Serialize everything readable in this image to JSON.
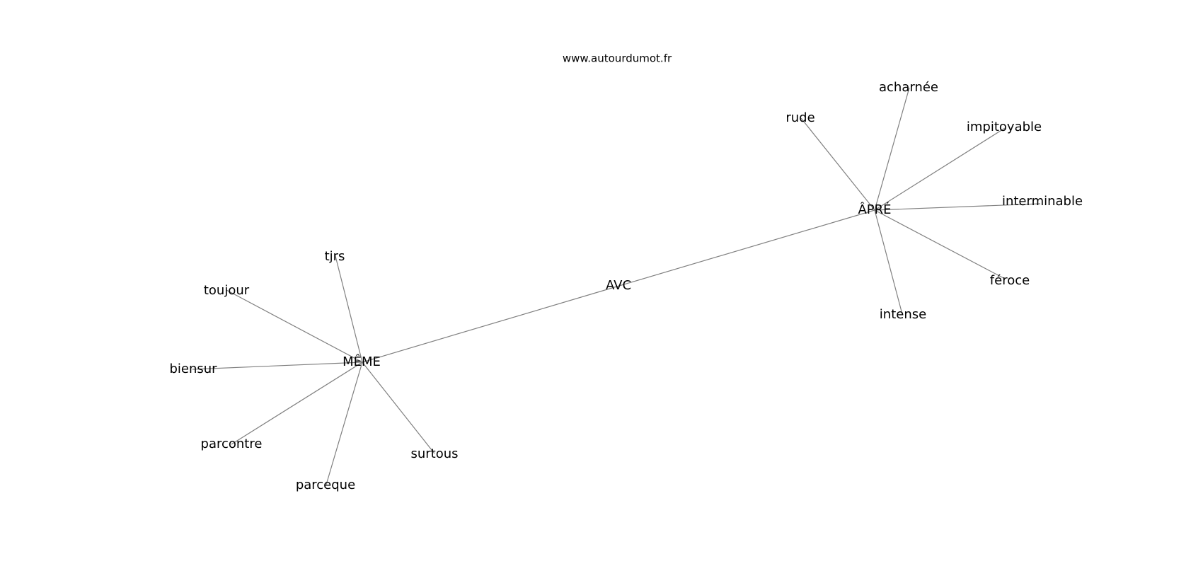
{
  "site": "www.autourdumot.fr",
  "center": "AVC",
  "groups": [
    {
      "hub": "ÂPRÉ",
      "words": [
        "rude",
        "acharnée",
        "impitoyable",
        "interminable",
        "féroce",
        "intense"
      ]
    },
    {
      "hub": "MÊME",
      "words": [
        "tjrs",
        "toujour",
        "biensur",
        "parcontre",
        "parceque",
        "surtous"
      ]
    }
  ]
}
